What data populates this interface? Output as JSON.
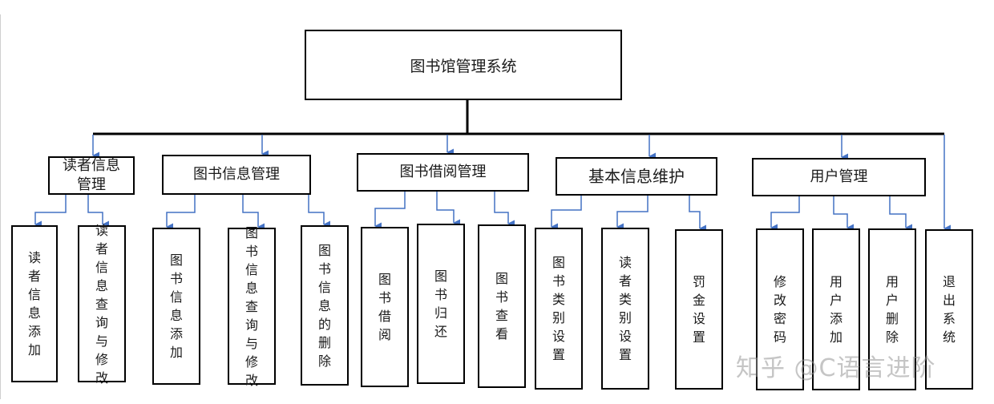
{
  "root": {
    "label": "图书馆管理系统"
  },
  "modules": [
    {
      "label": "读者信息管理",
      "children": [
        "读者信息添加",
        "读者信息查询与修改"
      ]
    },
    {
      "label": "图书信息管理",
      "children": [
        "图书信息添加",
        "图书信息查询与修改",
        "图书信息的删除"
      ]
    },
    {
      "label": "图书借阅管理",
      "children": [
        "图书借阅",
        "图书归还",
        "图书查看"
      ]
    },
    {
      "label": "基本信息维护",
      "children": [
        "图书类别设置",
        "读者类别设置",
        "罚金设置"
      ]
    },
    {
      "label": "用户管理",
      "children": [
        "修改密码",
        "用户添加",
        "用户删除"
      ]
    }
  ],
  "exit": {
    "label": "退出系统"
  },
  "watermark": "知乎 @C语言进阶",
  "colors": {
    "arrow": "#4472c4",
    "line": "#000000",
    "border": "#000000"
  }
}
